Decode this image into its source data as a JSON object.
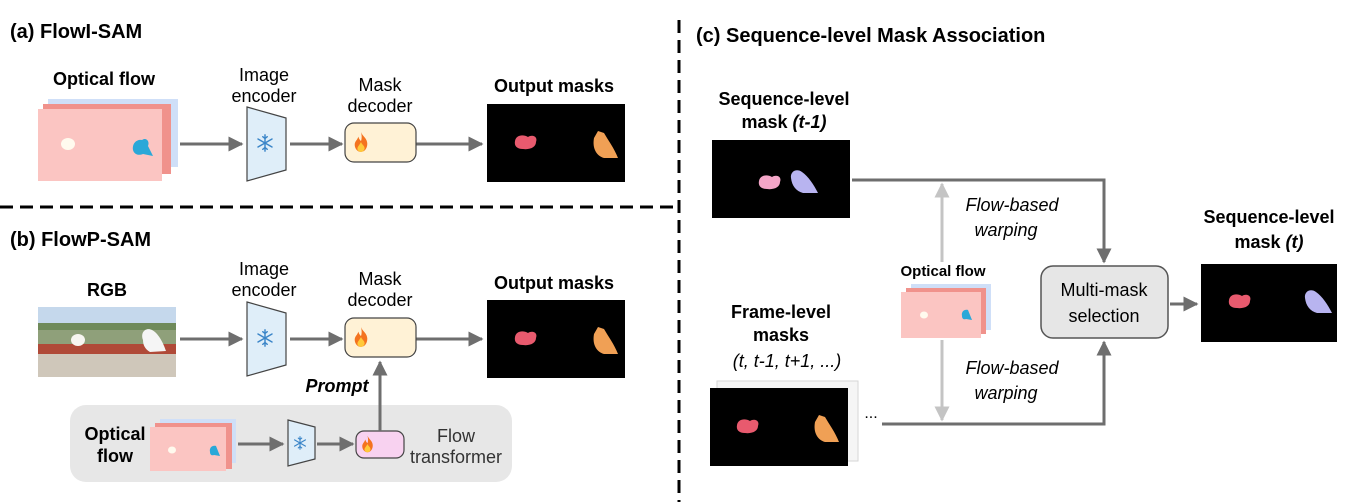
{
  "panel_a": {
    "title": "(a) FlowI-SAM",
    "input_label": "Optical flow",
    "encoder_label": [
      "Image",
      "encoder"
    ],
    "decoder_label": [
      "Mask",
      "decoder"
    ],
    "output_label": "Output masks"
  },
  "panel_b": {
    "title": "(b) FlowP-SAM",
    "input_label": "RGB",
    "encoder_label": [
      "Image",
      "encoder"
    ],
    "decoder_label": [
      "Mask",
      "decoder"
    ],
    "output_label": "Output masks",
    "prompt_label": "Prompt",
    "flow_label": [
      "Optical",
      "flow"
    ],
    "flow_transformer_label": [
      "Flow",
      "transformer"
    ]
  },
  "panel_c": {
    "title": "(c) Sequence-level Mask Association",
    "seq_prev_label": [
      "Sequence-level",
      "mask ",
      "(t-1)"
    ],
    "frame_label": [
      "Frame-level",
      "masks",
      "(t, t-1, t+1, ...)"
    ],
    "optical_flow_label": "Optical flow",
    "warp_top": [
      "Flow-based",
      "warping"
    ],
    "warp_bottom": [
      "Flow-based",
      "warping"
    ],
    "selection_label": [
      "Multi-mask",
      "selection"
    ],
    "seq_out_label": [
      "Sequence-level",
      "mask ",
      "(t)"
    ],
    "ellipsis": "..."
  },
  "colors": {
    "arrow": "#6e6e6e",
    "light_arrow": "#c4c4c4",
    "encoder_fill": "#dfeef9",
    "decoder_fill": "#fff2d6",
    "flow_transformer_fill": "#f8d2f0",
    "selection_fill": "#e6e6e6",
    "flow_panel_bg": "#e7e7e7",
    "flow_image": "#fbc5c2",
    "mask_red": "#e85a6e",
    "mask_orange": "#f0a055",
    "mask_pink": "#f4a6c8",
    "mask_lavender": "#b8b4f0"
  }
}
